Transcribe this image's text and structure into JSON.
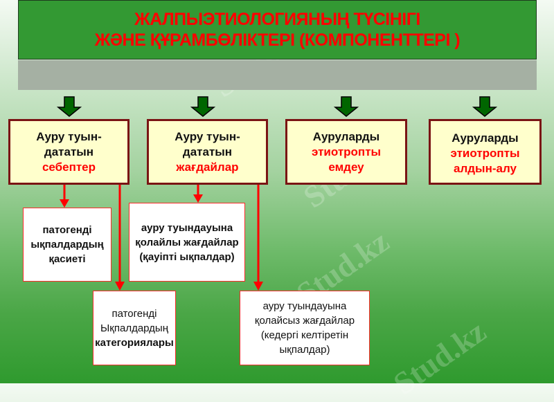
{
  "title": {
    "line1": "ЖАЛПЫЭТИОЛОГИЯНЫҢ ТҮСІНІГІ",
    "line2": "ЖӘНЕ ҚҰРАМБӨЛІКТЕРІ (КОМПОНЕНТТЕРІ )"
  },
  "colors": {
    "title_bg": "#339933",
    "title_text": "#ff0000",
    "subbar": "#a5b0a3",
    "box_fill": "#ffffcc",
    "box_border": "#7a1414",
    "connector": "#ff0000",
    "arrow_green": "#006600"
  },
  "top_boxes": [
    {
      "line1": "Ауру туын-",
      "line2": "дататын",
      "highlight": "себептер"
    },
    {
      "line1": "Ауру туын-",
      "line2": "дататын",
      "highlight": "жағдайлар"
    },
    {
      "line1": "Ауруларды",
      "highlight1": "этиотропты",
      "highlight2": "емдеу"
    },
    {
      "line1": "Ауруларды",
      "highlight1": "этиотропты",
      "highlight2": "алдын-алу"
    }
  ],
  "sub_boxes": [
    {
      "line1": "патогенді",
      "line2": "ықпалдардың",
      "line3": "қасиеті"
    },
    {
      "line1": "ауру туындауына",
      "line2": "қолайлы жағдайлар",
      "line3": "(қауіпті ықпалдар)"
    },
    {
      "line1": "патогенді",
      "line2": "Ықпалдардың",
      "line3": "категориялары"
    },
    {
      "line1": "ауру туындауына",
      "line2": "қолайсыз жағдайлар",
      "line3": "(кедергі келтіретін",
      "line4": "ықпалдар)"
    }
  ],
  "watermark": "Stud.kz"
}
